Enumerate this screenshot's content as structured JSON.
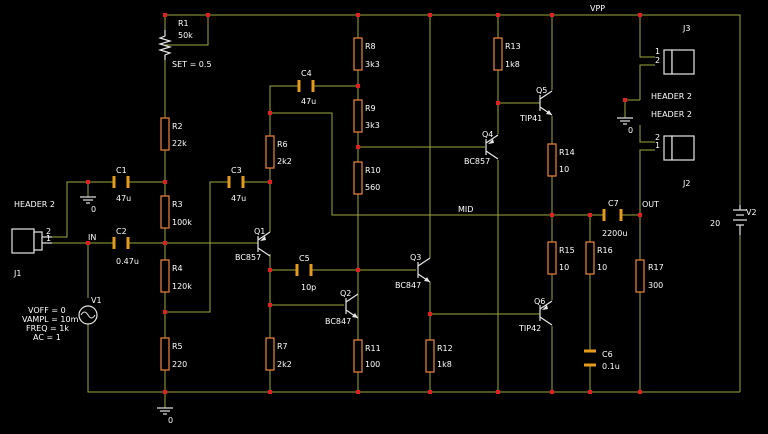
{
  "nets": {
    "vpp": "VPP",
    "mid": "MID",
    "out": "OUT",
    "in": "IN"
  },
  "ground": "0",
  "parts": {
    "R1": {
      "ref": "R1",
      "value": "50k",
      "param": "SET = 0.5"
    },
    "R2": {
      "ref": "R2",
      "value": "22k"
    },
    "R3": {
      "ref": "R3",
      "value": "100k"
    },
    "R4": {
      "ref": "R4",
      "value": "120k"
    },
    "R5": {
      "ref": "R5",
      "value": "220"
    },
    "R6": {
      "ref": "R6",
      "value": "2k2"
    },
    "R7": {
      "ref": "R7",
      "value": "2k2"
    },
    "R8": {
      "ref": "R8",
      "value": "3k3"
    },
    "R9": {
      "ref": "R9",
      "value": "3k3"
    },
    "R10": {
      "ref": "R10",
      "value": "560"
    },
    "R11": {
      "ref": "R11",
      "value": "100"
    },
    "R12": {
      "ref": "R12",
      "value": "1k8"
    },
    "R13": {
      "ref": "R13",
      "value": "1k8"
    },
    "R14": {
      "ref": "R14",
      "value": "10"
    },
    "R15": {
      "ref": "R15",
      "value": "10"
    },
    "R16": {
      "ref": "R16",
      "value": "10"
    },
    "R17": {
      "ref": "R17",
      "value": "300"
    },
    "C1": {
      "ref": "C1",
      "value": "47u"
    },
    "C2": {
      "ref": "C2",
      "value": "0.47u"
    },
    "C3": {
      "ref": "C3",
      "value": "47u"
    },
    "C4": {
      "ref": "C4",
      "value": "47u"
    },
    "C5": {
      "ref": "C5",
      "value": "10p"
    },
    "C6": {
      "ref": "C6",
      "value": "0.1u"
    },
    "C7": {
      "ref": "C7",
      "value": "2200u"
    },
    "Q1": {
      "ref": "Q1",
      "model": "BC857"
    },
    "Q2": {
      "ref": "Q2",
      "model": "BC847"
    },
    "Q3": {
      "ref": "Q3",
      "model": "BC847"
    },
    "Q4": {
      "ref": "Q4",
      "model": "BC857"
    },
    "Q5": {
      "ref": "Q5",
      "model": "TIP41"
    },
    "Q6": {
      "ref": "Q6",
      "model": "TIP42"
    },
    "V1": {
      "ref": "V1",
      "params": [
        "VOFF = 0",
        "VAMPL = 10m",
        "FREQ = 1k",
        "AC = 1"
      ]
    },
    "V2": {
      "ref": "V2",
      "value": "20"
    },
    "J1": {
      "ref": "J1",
      "type": "HEADER 2",
      "pins": [
        "2",
        "1"
      ]
    },
    "J2": {
      "ref": "J2",
      "type": "HEADER 2",
      "pins": [
        "2",
        "1"
      ]
    },
    "J3": {
      "ref": "J3",
      "type": "HEADER 2",
      "pins": [
        "1",
        "2"
      ]
    }
  }
}
